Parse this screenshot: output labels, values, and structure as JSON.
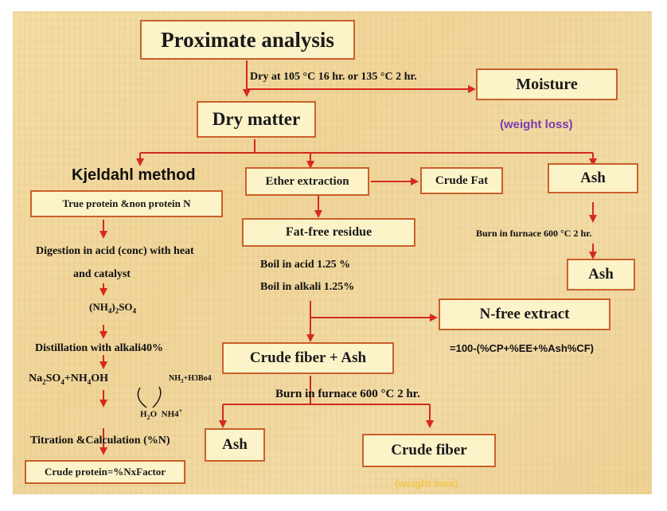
{
  "title": "Proximate analysis",
  "dry_condition": "Dry at 105 °C  16 hr. or 135 °C 2 hr.",
  "moisture": "Moisture",
  "weight_loss": "(weight loss)",
  "dry_matter": "Dry matter",
  "kjeldahl": {
    "heading": "Kjeldahl method",
    "box_label": "True protein &non protein N",
    "digestion_1": "Digestion in acid (conc) with heat",
    "digestion_2": "and catalyst",
    "ammonium_sulfate": "(NH4)2SO4",
    "distillation": "Distillation with alkali40%",
    "reaction": "Na2SO4+NH4OH",
    "boric": "NH3+H3Bo4",
    "products": "H2O  NH4+",
    "titration": "Titration &Calculation (%N)",
    "crude_protein": "Crude protein=%NxFactor"
  },
  "ether": {
    "extraction": "Ether extraction",
    "crude_fat": "Crude Fat",
    "fat_free": "Fat-free residue",
    "boil_acid": "Boil in acid 1.25 %",
    "boil_alkali": "Boil in alkali 1.25%",
    "n_free": "N-free extract",
    "n_free_formula": "=100-(%CP+%EE+%Ash%CF)",
    "fiber_ash": "Crude fiber + Ash",
    "burn": "Burn in furnace 600 °C 2 hr.",
    "ash": "Ash",
    "crude_fiber": "Crude fiber",
    "weight_loss_faded": "(weight loss)"
  },
  "ash_branch": {
    "ash_top": "Ash",
    "burn": "Burn in furnace 600 °C 2 hr.",
    "ash_bottom": "Ash"
  },
  "colors": {
    "arrow": "#d42a1e",
    "box_border": "#c9602a",
    "box_fill": "#fdf3c8",
    "weight_loss": "#7a3bb0",
    "faded": "#f2c84a"
  }
}
